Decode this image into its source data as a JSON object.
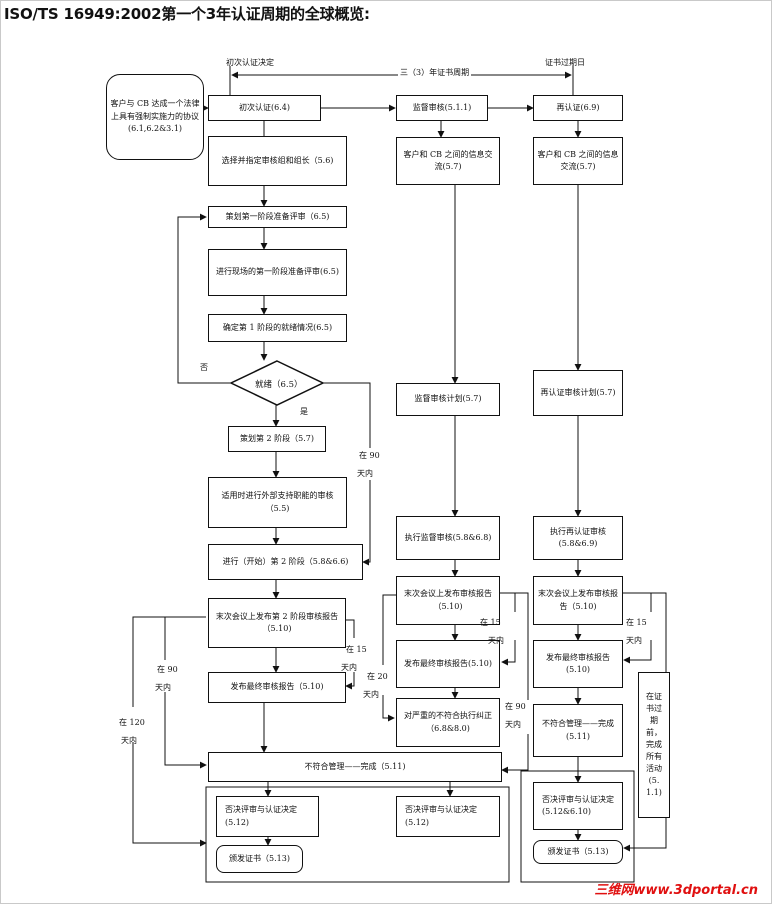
{
  "title": "ISO/TS 16949:2002第一个3年认证周期的全球概览:",
  "labels": {
    "initial_decision": "初次认证决定",
    "expiry_date": "证书过期日",
    "three_year_cycle": "三（3）年证书周期",
    "no": "否",
    "yes": "是",
    "d90_a": "在  90",
    "d90_a2": "天内",
    "d15_a": "在  15",
    "d15_a2": "天内",
    "d90_b": "在   90",
    "d90_b2": "天内",
    "d120": "在 120",
    "d120_2": "天内",
    "d20": "在   20",
    "d20_2": "天内",
    "d15_b": "在   15",
    "d15_b2": "天内",
    "d90_c": "在   90",
    "d90_c2": "天内",
    "d15_c": "在   15",
    "d15_c2": "天内",
    "cert_expire_vert": "在证书过期前，完成所有活动(5.1.1)"
  },
  "boxes": {
    "agreement": "客户与 CB 达成一个法律上具有强制实施力的协议(6.1,6.2&3.1)",
    "initial_cert": "初次认证(6.4)",
    "select_team": "选择并指定审核组和组长（5.6)",
    "plan_stage1": "策划第一阶段准备评审（6.5)",
    "onsite_stage1": "进行现场的第一阶段准备评审(6.5)",
    "confirm_stage1": "确定第 1 阶段的就绪情况(6.5)",
    "ready": "就绪（6.5）",
    "plan_stage2": "策划第 2 阶段（5.7)",
    "external_support": "适用时进行外部支持职能的审核（5.5)",
    "start_stage2": "进行（开始）第 2 阶段（5.8&6.6)",
    "closing_stage2": "末次会议上发布第 2 阶段审核报告（5.10)",
    "final_report_1": "发布最终审核报告（5.10)",
    "nc_mgmt_1": "不符合管理——完成（5.11)",
    "veto_1": "否决评审与认证决定(5.12)",
    "veto_2": "否决评审与认证决定(5.12)",
    "issue_cert_1": "颁发证书（5.13)",
    "surveillance": "监督审核(5.1.1)",
    "info_exchange_1": "客户和 CB 之间的信息交流(5.7)",
    "surv_plan": "监督审核计划(5.7)",
    "exec_surv": "执行监督审核(5.8&6.8)",
    "closing_surv": "末次会议上发布审核报告（5.10)",
    "final_report_2": "发布最终审核报告(5.10)",
    "serious_nc": "对严重的不符合执行纠正（6.8&8.0)",
    "recert": "再认证(6.9)",
    "info_exchange_2": "客户和 CB 之间的信息交流(5.7)",
    "recert_plan": "再认证审核计划(5.7)",
    "exec_recert": "执行再认证审核(5.8&6.9)",
    "closing_recert": "末次会议上发布审核报告（5.10)",
    "final_report_3": "发布最终审核报告(5.10)",
    "nc_mgmt_2": "不符合管理——完成(5.11)",
    "veto_3": "否决评审与认证决定(5.12&6.10)",
    "issue_cert_2": "颁发证书（5.13)"
  },
  "watermark": "三维网www.3dportal.cn"
}
